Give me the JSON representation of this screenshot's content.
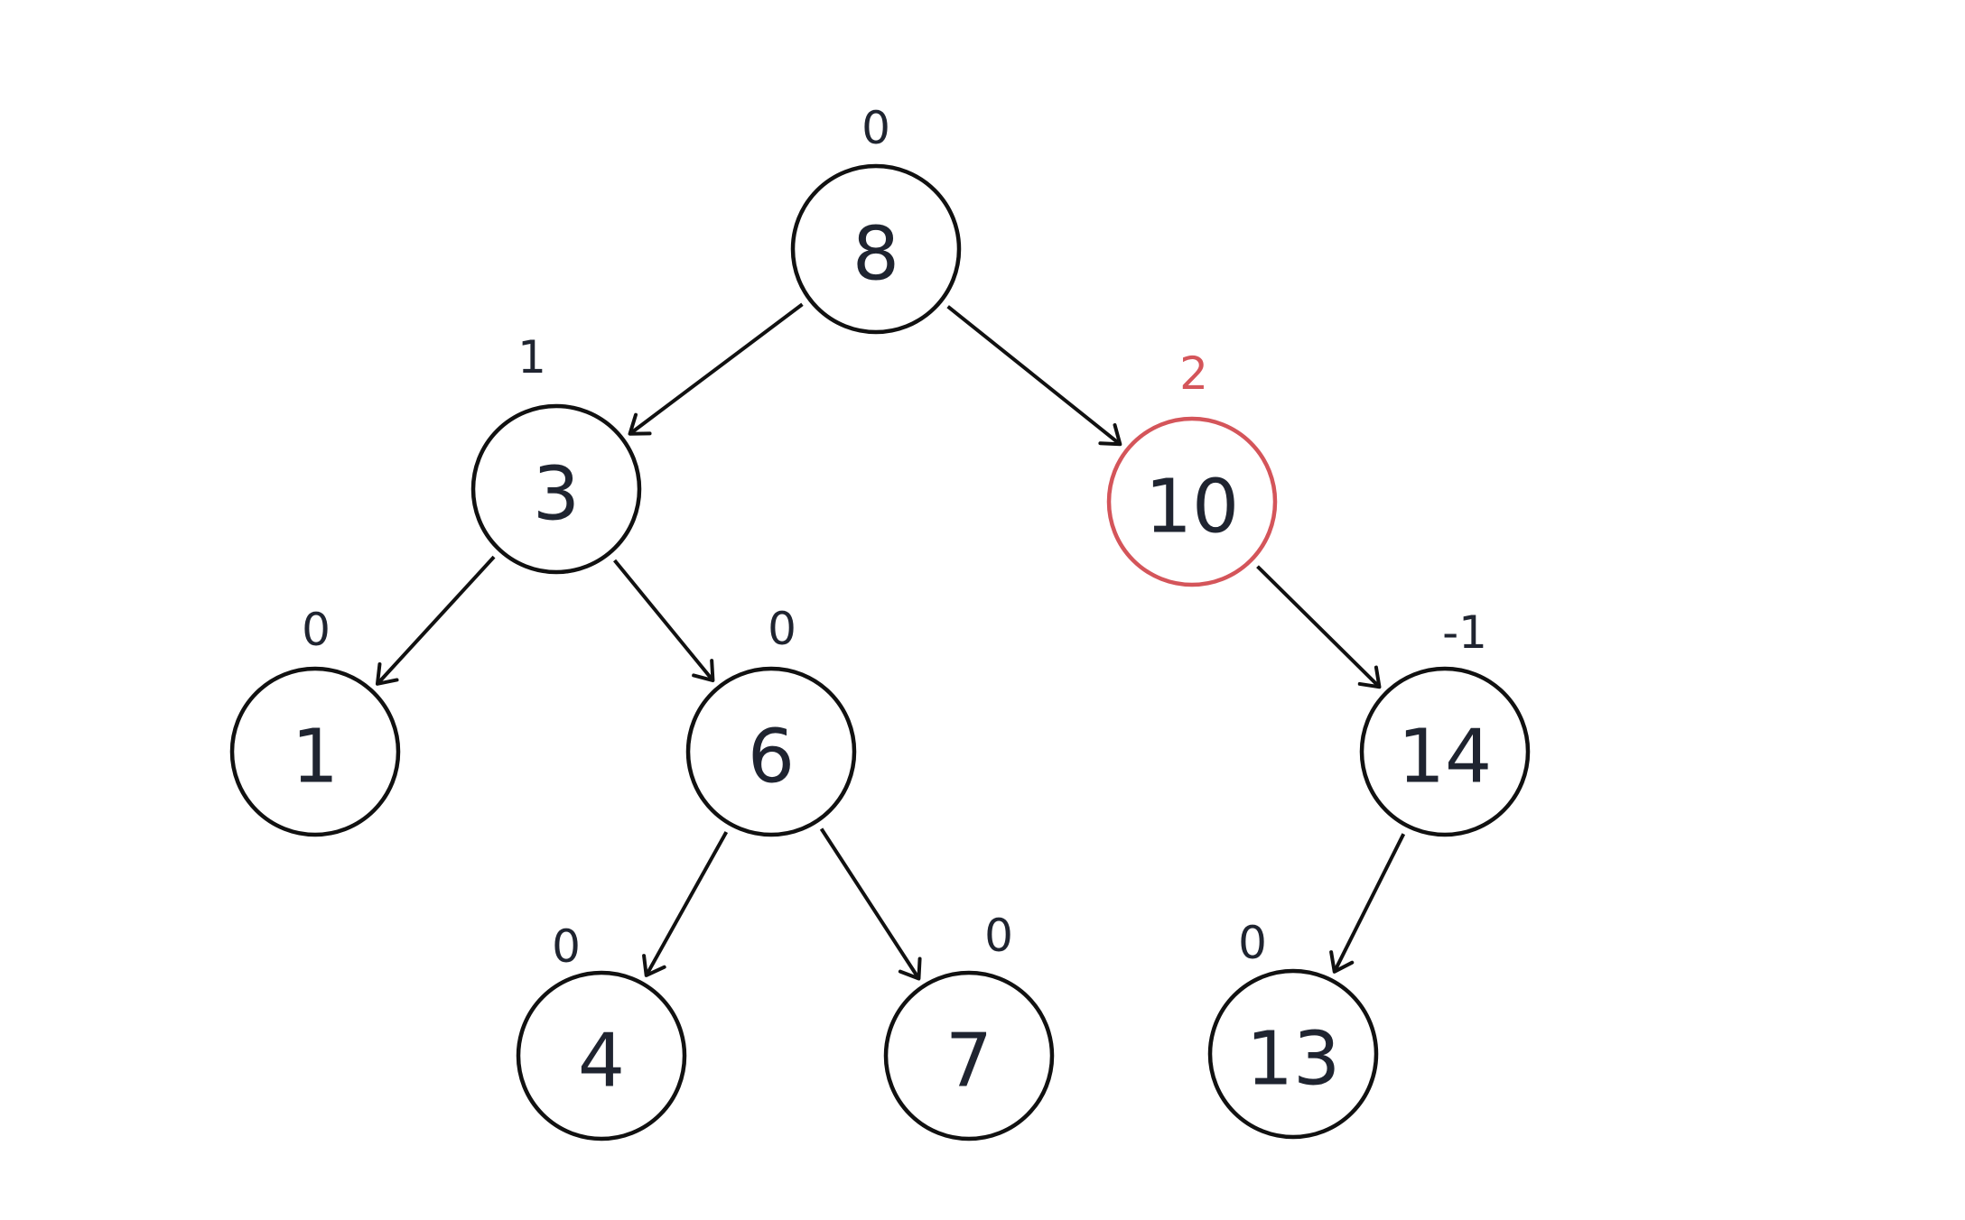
{
  "tree": {
    "nodes": [
      {
        "id": "n8",
        "value": "8",
        "balance": "0",
        "highlight": false
      },
      {
        "id": "n3",
        "value": "3",
        "balance": "1",
        "highlight": false
      },
      {
        "id": "n10",
        "value": "10",
        "balance": "2",
        "highlight": true
      },
      {
        "id": "n1",
        "value": "1",
        "balance": "0",
        "highlight": false
      },
      {
        "id": "n6",
        "value": "6",
        "balance": "0",
        "highlight": false
      },
      {
        "id": "n14",
        "value": "14",
        "balance": "-1",
        "highlight": false
      },
      {
        "id": "n4",
        "value": "4",
        "balance": "0",
        "highlight": false
      },
      {
        "id": "n7",
        "value": "7",
        "balance": "0",
        "highlight": false
      },
      {
        "id": "n13",
        "value": "13",
        "balance": "0",
        "highlight": false
      }
    ],
    "edges": [
      {
        "from": "n8",
        "to": "n3"
      },
      {
        "from": "n8",
        "to": "n10"
      },
      {
        "from": "n3",
        "to": "n1"
      },
      {
        "from": "n3",
        "to": "n6"
      },
      {
        "from": "n10",
        "to": "n14"
      },
      {
        "from": "n6",
        "to": "n4"
      },
      {
        "from": "n6",
        "to": "n7"
      },
      {
        "from": "n14",
        "to": "n13"
      }
    ]
  },
  "colors": {
    "stroke": "#111111",
    "text": "#1f2430",
    "highlight": "#d4555a"
  }
}
